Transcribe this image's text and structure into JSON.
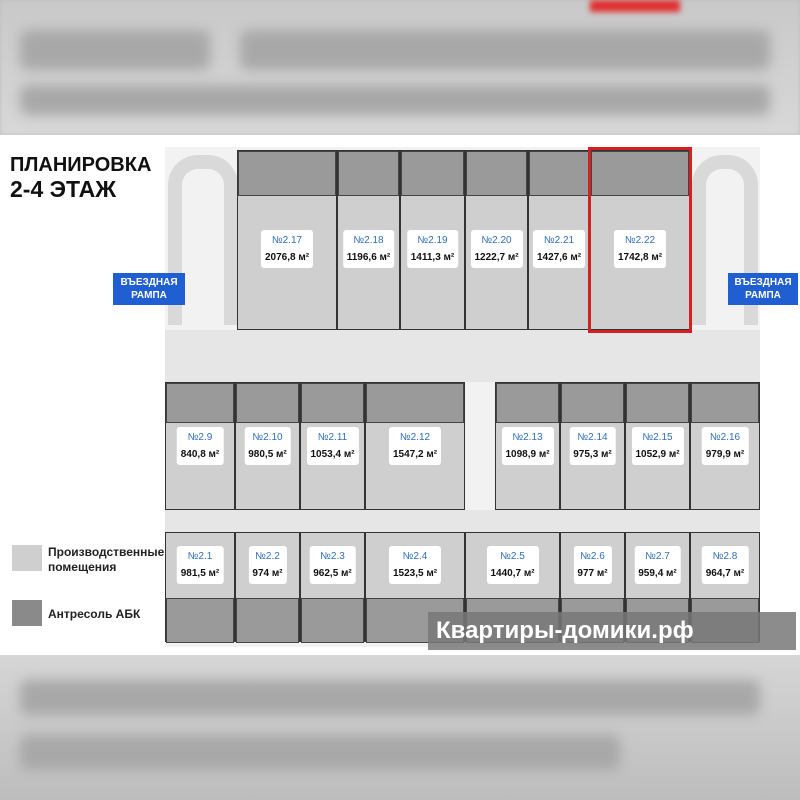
{
  "title": {
    "line1": "ПЛАНИРОВКА",
    "line2": "2-4 ЭТАЖ"
  },
  "ramps": {
    "left": "ВЪЕЗДНАЯ РАМПА",
    "right": "ВЪЕЗДНАЯ РАМПА"
  },
  "top_row": [
    {
      "num": "№2.17",
      "area": "2076,8 м²"
    },
    {
      "num": "№2.18",
      "area": "1196,6 м²"
    },
    {
      "num": "№2.19",
      "area": "1411,3 м²"
    },
    {
      "num": "№2.20",
      "area": "1222,7 м²"
    },
    {
      "num": "№2.21",
      "area": "1427,6 м²"
    },
    {
      "num": "№2.22",
      "area": "1742,8 м²"
    }
  ],
  "middle_row": [
    {
      "num": "№2.9",
      "area": "840,8 м²"
    },
    {
      "num": "№2.10",
      "area": "980,5 м²"
    },
    {
      "num": "№2.11",
      "area": "1053,4 м²"
    },
    {
      "num": "№2.12",
      "area": "1547,2 м²"
    },
    {
      "num": "№2.13",
      "area": "1098,9 м²"
    },
    {
      "num": "№2.14",
      "area": "975,3 м²"
    },
    {
      "num": "№2.15",
      "area": "1052,9 м²"
    },
    {
      "num": "№2.16",
      "area": "979,9 м²"
    }
  ],
  "bottom_row": [
    {
      "num": "№2.1",
      "area": "981,5 м²"
    },
    {
      "num": "№2.2",
      "area": "974 м²"
    },
    {
      "num": "№2.3",
      "area": "962,5 м²"
    },
    {
      "num": "№2.4",
      "area": "1523,5 м²"
    },
    {
      "num": "№2.5",
      "area": "1440,7 м²"
    },
    {
      "num": "№2.6",
      "area": "977 м²"
    },
    {
      "num": "№2.7",
      "area": "959,4 м²"
    },
    {
      "num": "№2.8",
      "area": "964,7 м²"
    }
  ],
  "legend": [
    {
      "label": "Производственные помещения",
      "color": "#cfcfcf"
    },
    {
      "label": "Антресоль АБК",
      "color": "#8a8a8a"
    }
  ],
  "watermark": "Квартиры-домики.рф",
  "selected": "№2.22"
}
